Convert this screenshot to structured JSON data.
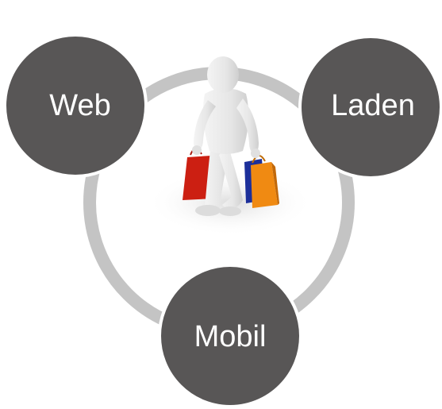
{
  "diagram": {
    "nodes": [
      {
        "id": "web",
        "label": "Web"
      },
      {
        "id": "laden",
        "label": "Laden"
      },
      {
        "id": "mobil",
        "label": "Mobil"
      }
    ],
    "center_image": "shopping-figure-with-bags-icon",
    "colors": {
      "node_fill": "#585656",
      "node_stroke": "#ffffff",
      "ring": "#c4c4c4",
      "label": "#ffffff",
      "figure": "#e8e8e8",
      "bag_red": "#cc1f12",
      "bag_orange": "#f08a12",
      "bag_blue": "#1c2f9a"
    }
  }
}
